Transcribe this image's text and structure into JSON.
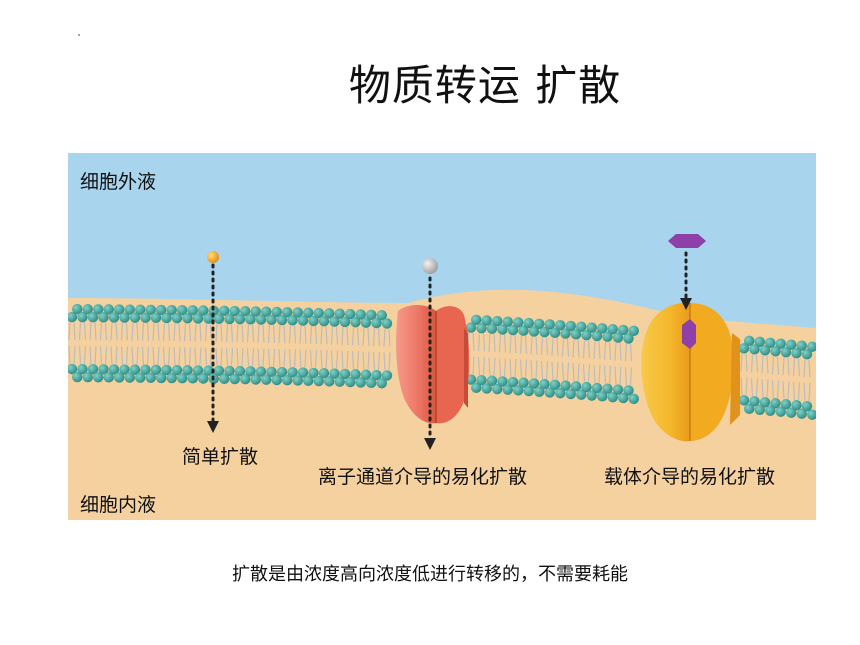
{
  "title": "物质转运 扩散",
  "regions": {
    "extracellular": "细胞外液",
    "intracellular": "细胞内液"
  },
  "mechanisms": {
    "simple": "简单扩散",
    "channel": "离子通道介导的易化扩散",
    "carrier": "载体介导的易化扩散"
  },
  "caption": "扩散是由浓度高向浓度低进行转移的，不需要耗能",
  "colors": {
    "extracellular_fluid": "#a9d4ee",
    "intracellular_fluid": "#f5d1a0",
    "lipid_head": "#3aa39a",
    "channel_protein": "#ef7a6a",
    "carrier_protein": "#f4b72b",
    "small_molecule": "#f5a623",
    "ion": "#c9c9c9",
    "carrier_substrate": "#8e3fa8"
  }
}
